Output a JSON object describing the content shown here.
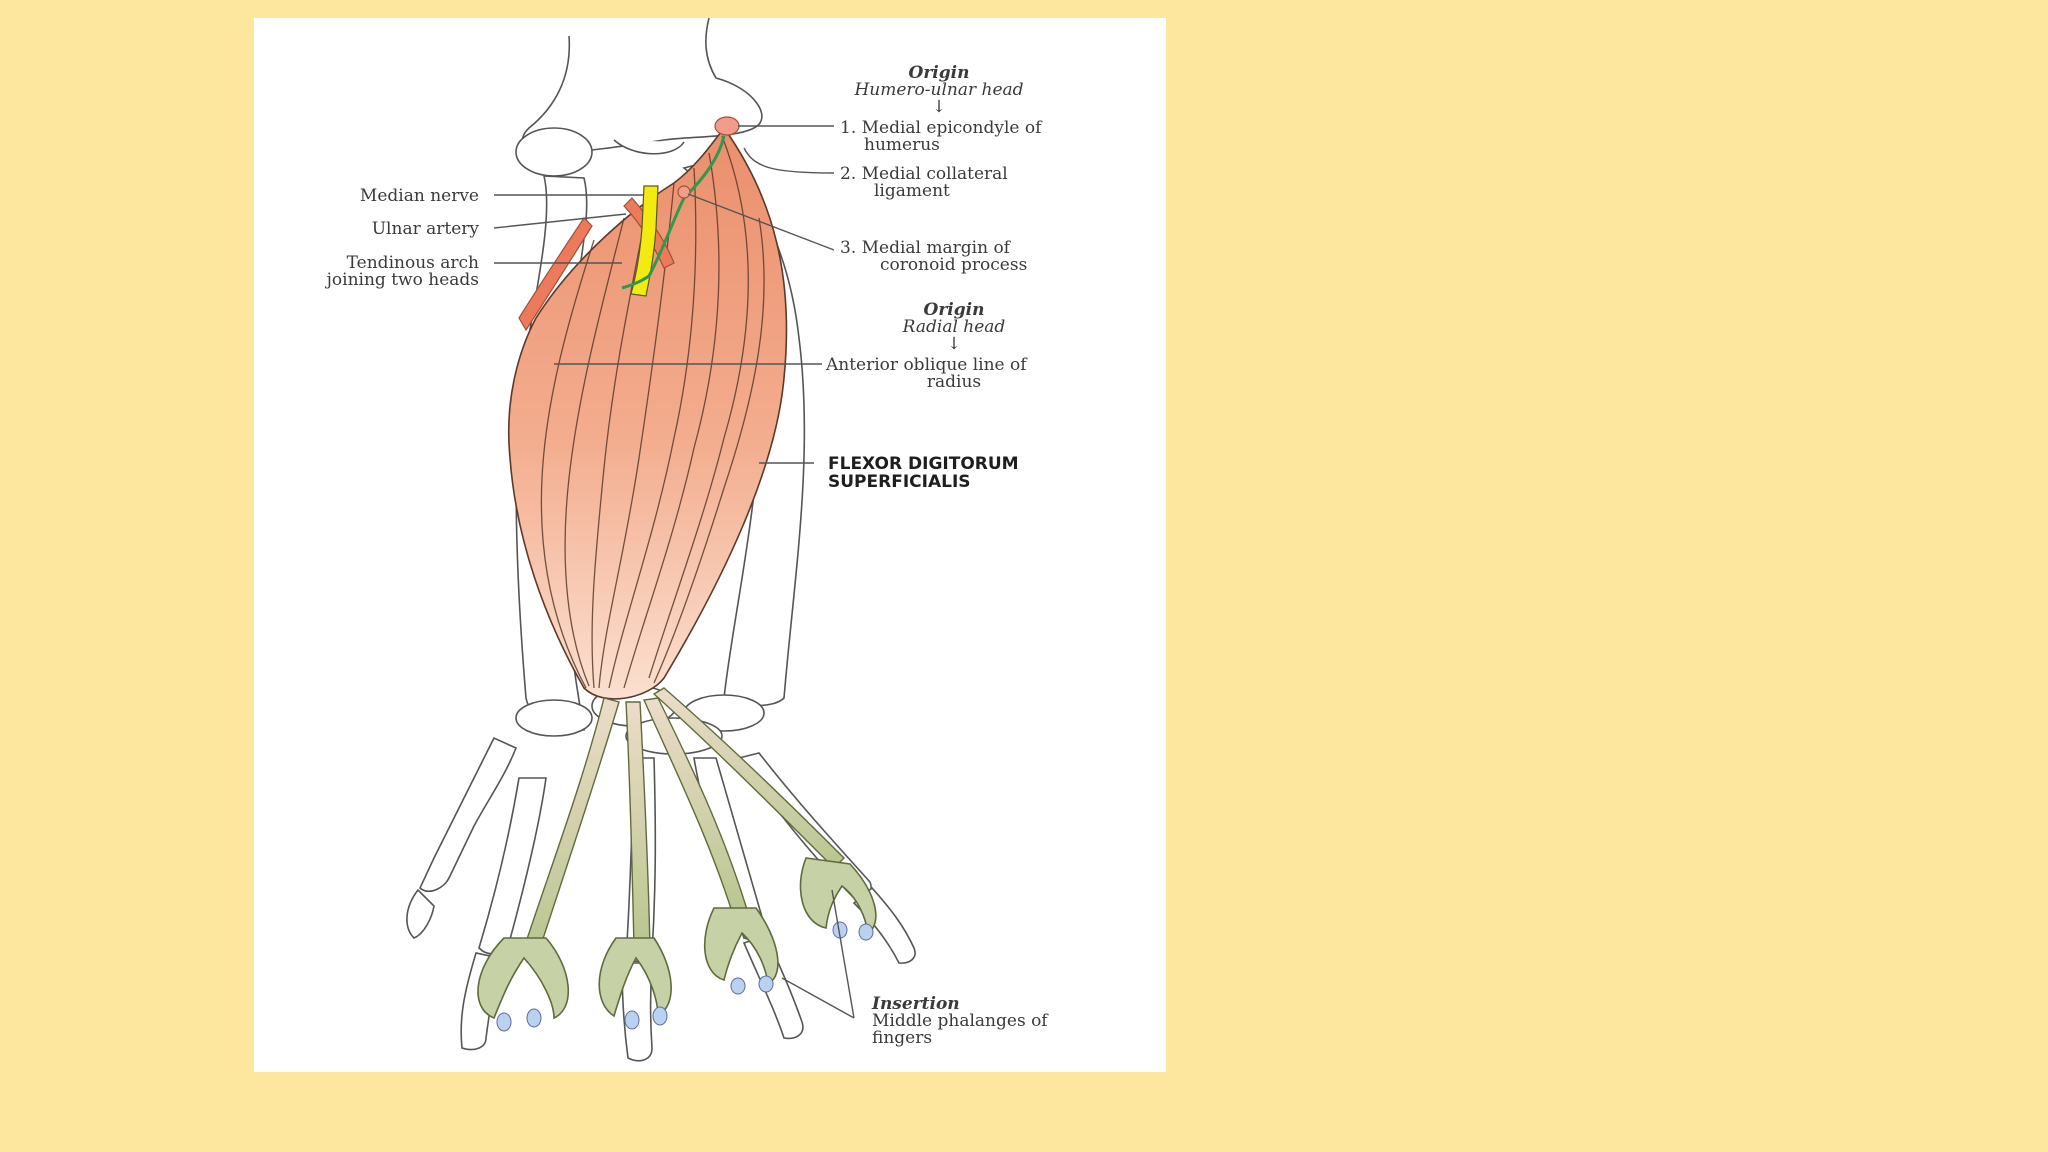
{
  "colors": {
    "background": "#fde69d",
    "panel": "#ffffff",
    "muscle": "#f0a686",
    "median_nerve": "#f2ea12",
    "ulnar_artery": "#ee7a5c",
    "tendon": "#c7d1a6",
    "origin_line": "#2e9a4e",
    "insertion_spot": "#b9d2f0"
  },
  "labels": {
    "origin_humero_title": "Origin",
    "origin_humero_sub": "Humero-ulnar head",
    "origin_humero_arrow": "↓",
    "medial_epicondyle_1": "1. Medial epicondyle of",
    "medial_epicondyle_2": "humerus",
    "collateral_1": "2. Medial collateral",
    "collateral_2": "ligament",
    "coronoid_1": "3. Medial margin of",
    "coronoid_2": "coronoid process",
    "median_nerve": "Median nerve",
    "ulnar_artery": "Ulnar artery",
    "tendinous_arch_1": "Tendinous arch",
    "tendinous_arch_2": "joining two heads",
    "origin_radial_title": "Origin",
    "origin_radial_sub": "Radial head",
    "origin_radial_arrow": "↓",
    "oblique_1": "Anterior oblique line of",
    "oblique_2": "radius",
    "muscle_name_1": "FLEXOR DIGITORUM",
    "muscle_name_2": "SUPERFICIALIS",
    "insertion_title": "Insertion",
    "insertion_1": "Middle phalanges of",
    "insertion_2": "fingers"
  }
}
